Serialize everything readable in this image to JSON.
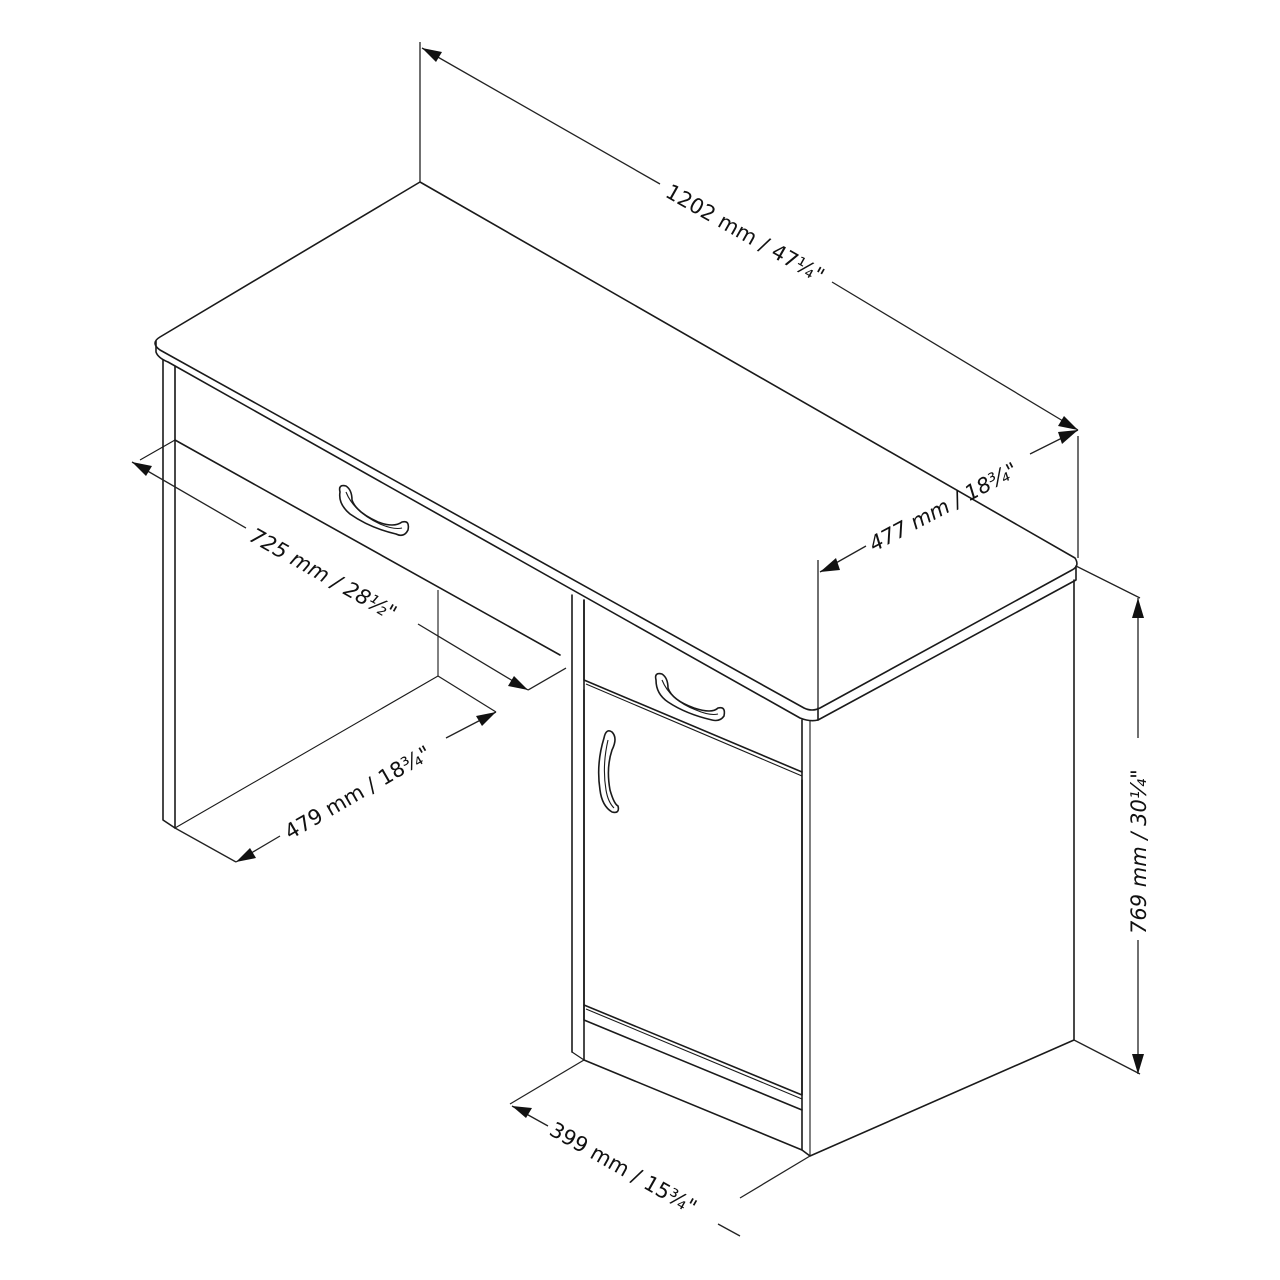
{
  "diagram": {
    "subject": "Desk with drawer and cabinet - dimension drawing",
    "line_color": "#1a1a1a",
    "background": "#ffffff"
  },
  "dimensions": {
    "width": {
      "label": "1202 mm / 47¼\"",
      "mm": 1202,
      "inches": "47 1/4"
    },
    "cabinet_depth_top": {
      "label": "477 mm / 18¾\"",
      "mm": 477,
      "inches": "18 3/4"
    },
    "knee_width": {
      "label": "725 mm / 28½\"",
      "mm": 725,
      "inches": "28 1/2"
    },
    "knee_depth": {
      "label": "479 mm / 18¾\"",
      "mm": 479,
      "inches": "18 3/4"
    },
    "cabinet_width": {
      "label": "399 mm / 15¾\"",
      "mm": 399,
      "inches": "15 3/4"
    },
    "height": {
      "label": "769 mm / 30¼\"",
      "mm": 769,
      "inches": "30 1/4"
    }
  },
  "parts": [
    "desktop",
    "left-side-panel",
    "center-drawer",
    "cabinet-drawer",
    "cabinet-door",
    "kick-plate",
    "cabinet-side"
  ]
}
